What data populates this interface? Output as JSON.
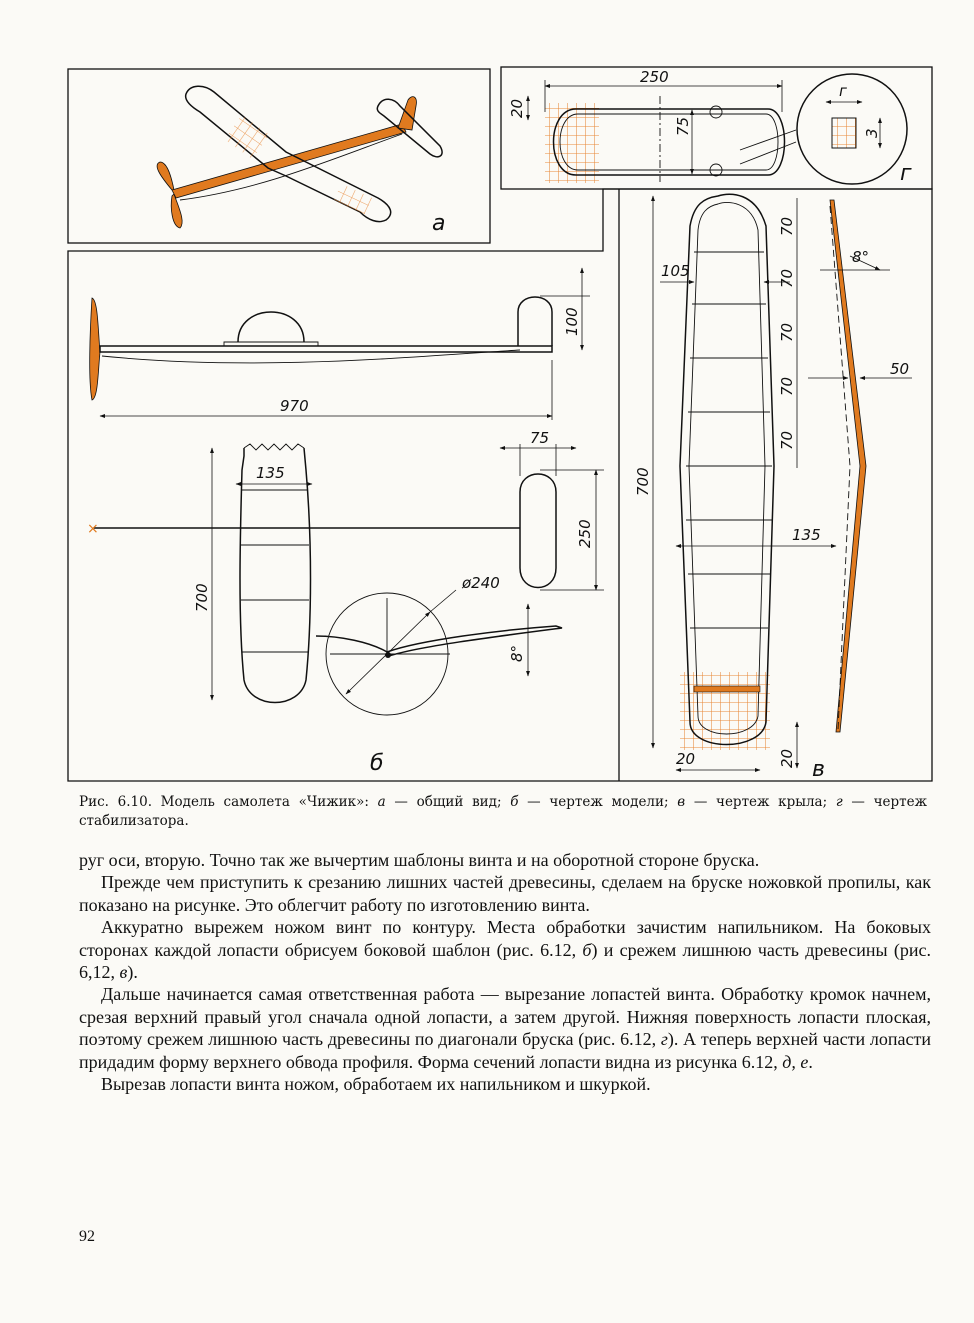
{
  "figure": {
    "dims": {
      "stab_span": "250",
      "stab_depth_left": "20",
      "stab_chord": "75",
      "section_g": "г",
      "section_3": "3",
      "wing_rib_70_1": "70",
      "wing_rib_70_2": "70",
      "wing_rib_70_3": "70",
      "wing_rib_70_4": "70",
      "wing_rib_70_5": "70",
      "wing_105": "105",
      "wing_700": "700",
      "wing_135": "135",
      "wing_20_bottom": "20",
      "wing_20_right": "20",
      "wing_angle": "8°",
      "wing_50": "50",
      "side_100": "100",
      "side_970": "970",
      "plan_135": "135",
      "plan_700": "700",
      "plan_75": "75",
      "plan_250": "250",
      "prop_240": "ø240",
      "front_angle": "8°"
    },
    "labels": {
      "a": "а",
      "b": "б",
      "v": "в",
      "g": "г"
    }
  },
  "caption": {
    "prefix": "Рис. 6.10. Модель самолета «Чижик»: ",
    "a_letter": "а",
    "a_text": " — общий вид; ",
    "b_letter": "б",
    "b_text": " — чертеж модели; ",
    "v_letter": "в",
    "v_text": " — чертеж крыла; ",
    "g_letter": "г",
    "g_text": " — чертеж стабилизатора."
  },
  "body": {
    "p1": "руг оси, вторую. Точно так же вычертим шаблоны винта и на оборотной стороне бруска.",
    "p2": "Прежде чем приступить к срезанию лишних частей древесины, сделаем на бруске ножовкой пропилы, как показано на рисунке. Это облегчит работу по изготовлению винта.",
    "p3_a": "Аккуратно вырежем ножом винт по контуру. Места обработки зачистим напильником. На боковых сторонах каждой лопасти обрисуем боковой шаблон (рис. 6.12, ",
    "p3_b": "б",
    "p3_c": ") и срежем лишнюю часть древесины (рис. 6,12, ",
    "p3_d": "в",
    "p3_e": ").",
    "p4_a": "Дальше начинается самая ответственная работа — вырезание лопастей винта. Обработку кромок начнем, срезая верхний правый угол сначала одной лопасти, а затем другой. Нижняя поверхность лопасти плоская, поэтому срежем лишнюю часть древесины по диагонали бруска (рис. 6.12, ",
    "p4_b": "г",
    "p4_c": "). А теперь верхней части лопасти придадим форму верхнего обвода профиля. Форма сечений лопасти видна из рисунка 6.12, ",
    "p4_d": "д, е",
    "p4_e": ".",
    "p5": "Вырезав лопасти винта ножом, обработаем их напильником и шкуркой."
  },
  "page_number": "92"
}
